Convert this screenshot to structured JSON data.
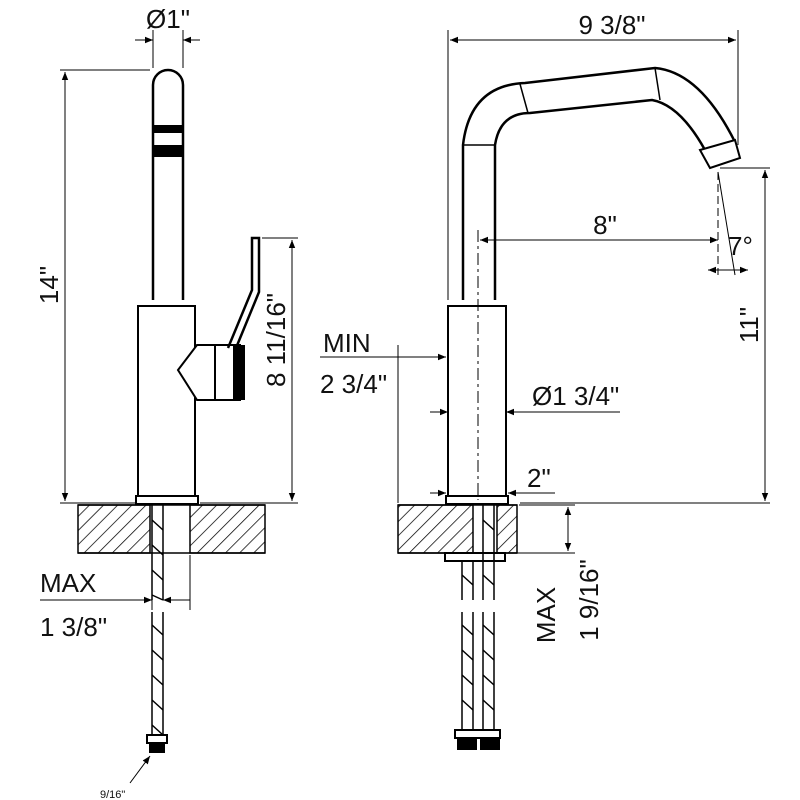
{
  "dimensions": {
    "diameter_spout": "Ø1\"",
    "width_total": "9 3/8\"",
    "height_total": "14\"",
    "handle_height": "8 11/16\"",
    "reach": "8\"",
    "angle": "7°",
    "spout_height": "11\"",
    "min_label": "MIN",
    "min_value": "2 3/4\"",
    "body_diameter": "Ø1 3/4\"",
    "base": "2\"",
    "max_left_label": "MAX",
    "max_left_value": "1 3/8\"",
    "max_right_label": "MAX",
    "max_right_value": "1 9/16\"",
    "connector": "9/16\""
  },
  "colors": {
    "line": "#000000",
    "hatch": "#000000",
    "background": "#ffffff"
  }
}
